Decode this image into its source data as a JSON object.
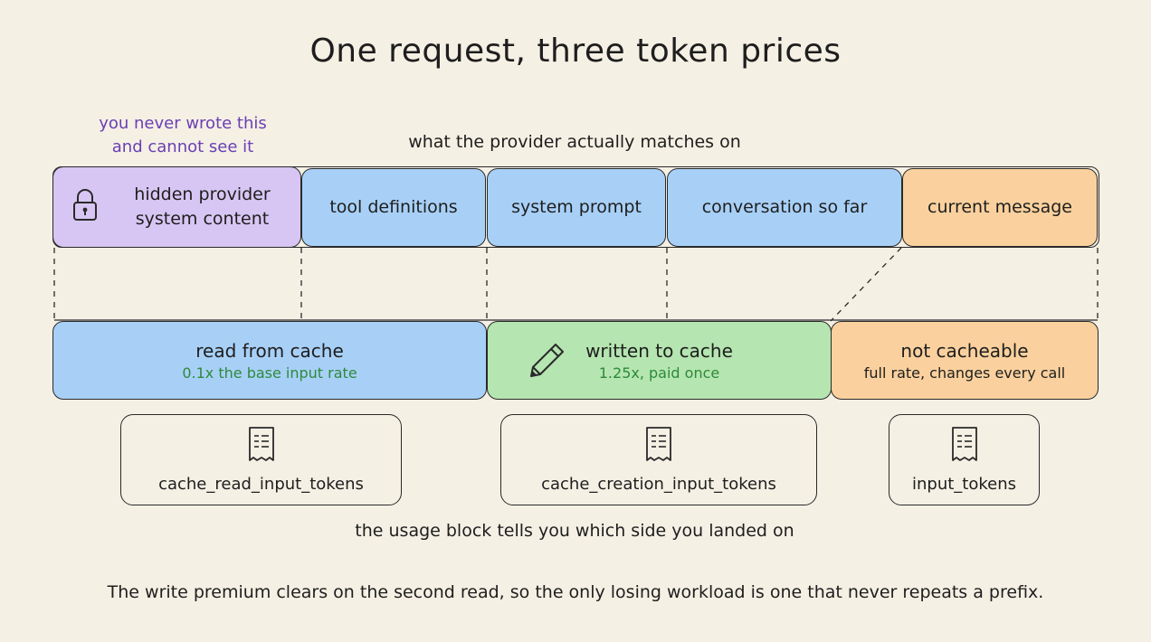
{
  "title": "One request, three token prices",
  "annotations": {
    "hidden_note_line1": "you never wrote this",
    "hidden_note_line2": "and cannot see it",
    "provider_matches": "what the provider actually matches on",
    "usage_block": "the usage block tells you which side you landed on"
  },
  "request_segments": [
    {
      "line1": "hidden provider",
      "line2": "system content",
      "icon": "lock-icon",
      "color": "#d7c6f3"
    },
    {
      "label": "tool definitions",
      "color": "#a8d0f7"
    },
    {
      "label": "system prompt",
      "color": "#a8d0f7"
    },
    {
      "label": "conversation so far",
      "color": "#a8d0f7"
    },
    {
      "label": "current message",
      "color": "#fad19e"
    }
  ],
  "pricing_segments": [
    {
      "label": "read from cache",
      "detail": "0.1x the base input rate",
      "color": "#a8d0f7",
      "detail_color": "#2d8a3a"
    },
    {
      "label": "written to cache",
      "detail": "1.25x, paid once",
      "icon": "pencil-icon",
      "color": "#b5e5b0",
      "detail_color": "#2d8a3a"
    },
    {
      "label": "not cacheable",
      "detail": "full rate, changes every call",
      "color": "#fad19e",
      "detail_color": "#1e1e1e"
    }
  ],
  "usage_fields": [
    {
      "label": "cache_read_input_tokens",
      "icon": "receipt-icon"
    },
    {
      "label": "cache_creation_input_tokens",
      "icon": "receipt-icon"
    },
    {
      "label": "input_tokens",
      "icon": "receipt-icon"
    }
  ],
  "footer": "The write premium clears on the second read, so the only losing workload is one that never repeats a prefix."
}
